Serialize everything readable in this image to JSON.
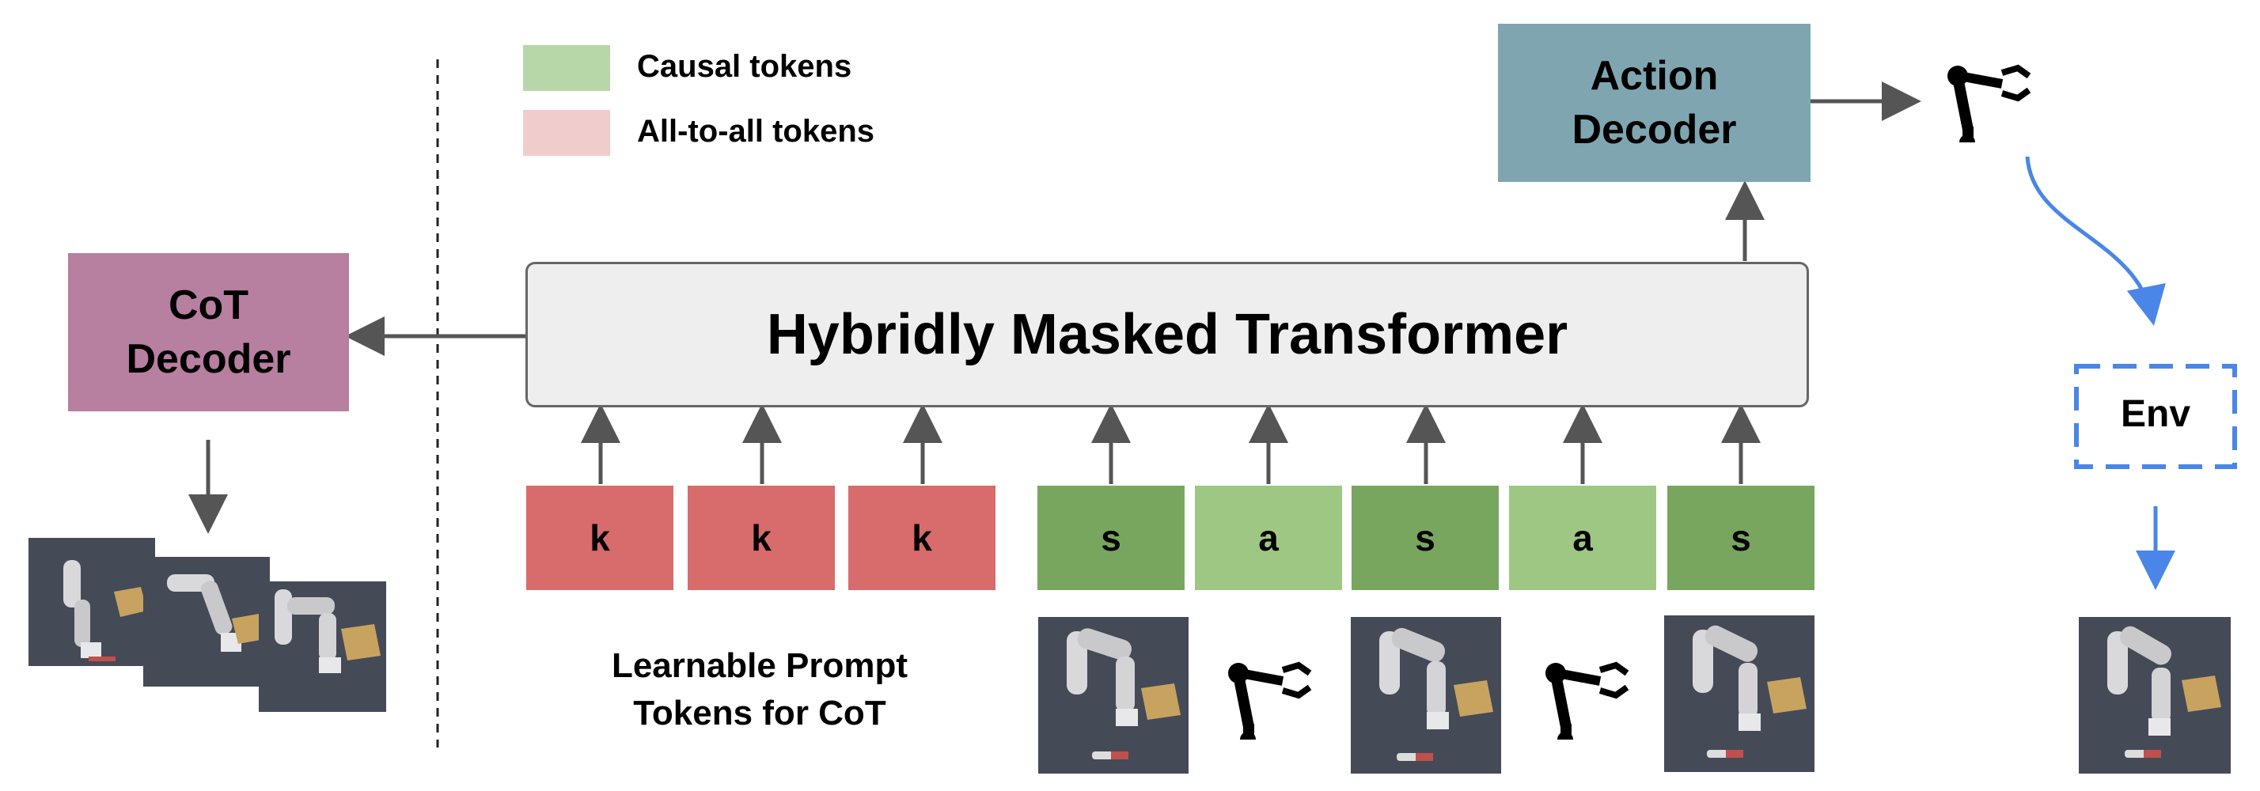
{
  "legend": {
    "causal_label": "Causal tokens",
    "all_to_all_label": "All-to-all tokens",
    "causal_color": "#b7d7a8",
    "all_to_all_color": "#f0cccc"
  },
  "transformer": {
    "label": "Hybridly Masked Transformer",
    "fill": "#eeeeee"
  },
  "cot_decoder": {
    "line1": "CoT",
    "line2": "Decoder",
    "fill": "#b77fa0"
  },
  "action_decoder": {
    "line1": "Action",
    "line2": "Decoder",
    "fill": "#7fa6b0"
  },
  "env": {
    "label": "Env",
    "stroke": "#4a86e8"
  },
  "prompt_tokens": [
    {
      "label": "k"
    },
    {
      "label": "k"
    },
    {
      "label": "k"
    }
  ],
  "sequence_tokens": [
    {
      "label": "s",
      "kind": "state"
    },
    {
      "label": "a",
      "kind": "action"
    },
    {
      "label": "s",
      "kind": "state"
    },
    {
      "label": "a",
      "kind": "action"
    },
    {
      "label": "s",
      "kind": "state"
    }
  ],
  "colors": {
    "prompt_token": "#d86b6b",
    "state_token": "#79a65f",
    "action_token": "#9ec784",
    "arrow": "#555555",
    "env_arrow": "#4a86e8"
  },
  "caption": {
    "line1": "Learnable Prompt",
    "line2": "Tokens for CoT"
  },
  "icons": {
    "robot_arm": "robot-arm-icon",
    "scene": "robot-scene-image"
  }
}
